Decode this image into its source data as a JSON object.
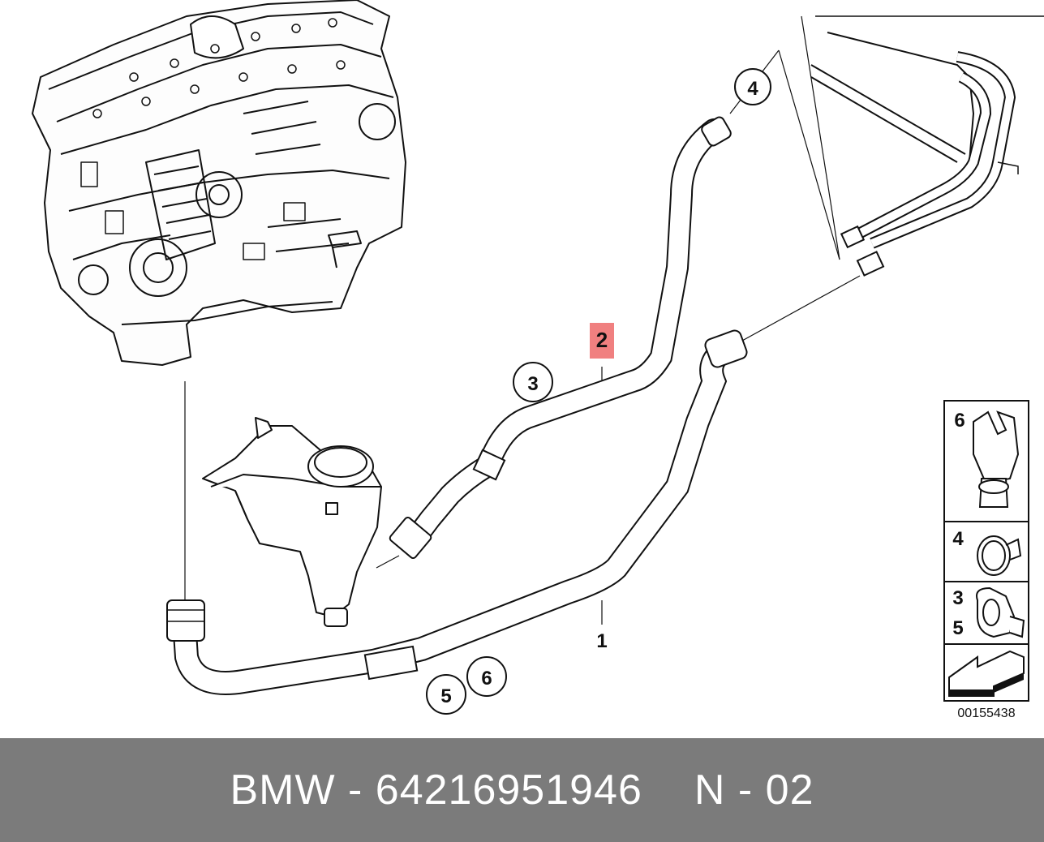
{
  "diagram": {
    "callouts": {
      "c1": "1",
      "c2": "2",
      "c3": "3",
      "c4": "4",
      "c5": "5",
      "c6": "6"
    },
    "legend": {
      "item6": "6",
      "item4": "4",
      "item3": "3",
      "item5": "5"
    },
    "drawing_number": "00155438",
    "highlight_color": "#f08080"
  },
  "footer": {
    "part_label": "BMW - 64216951946",
    "position_label": "N - 02"
  }
}
